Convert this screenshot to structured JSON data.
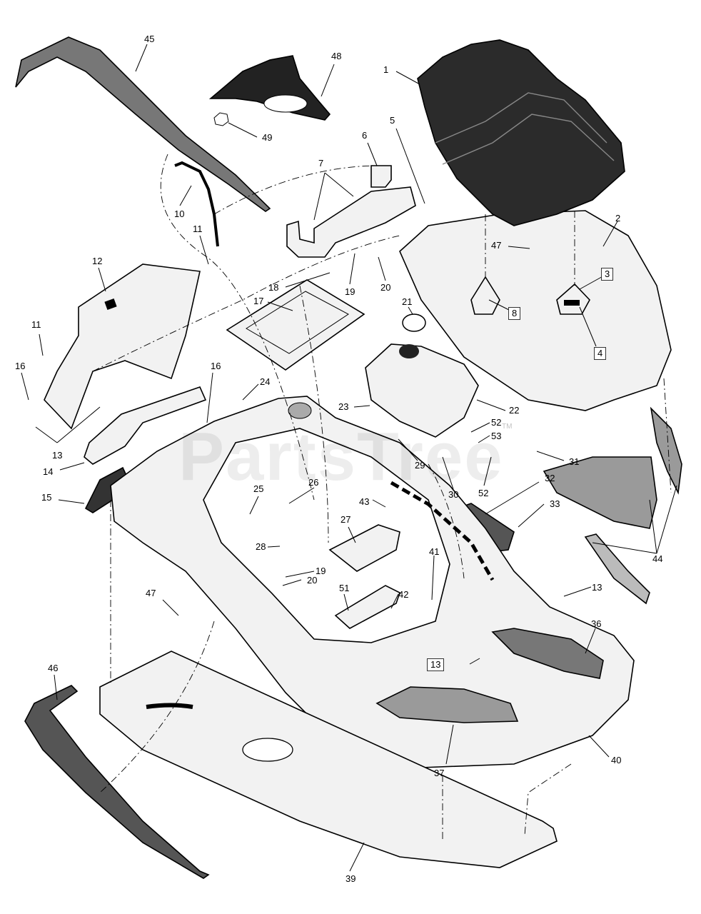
{
  "watermark": {
    "text": "PartsTree",
    "trademark": "TM"
  },
  "colors": {
    "outline": "#000000",
    "body_fill": "#f2f2f2",
    "dark_fill": "#333333",
    "gray_fill": "#9a9a9a",
    "seat_fill": "#2b2b2b",
    "background": "#ffffff"
  },
  "callouts": {
    "c1": "1",
    "c2": "2",
    "c3": "3",
    "c4": "4",
    "c5": "5",
    "c6": "6",
    "c7": "7",
    "c8": "8",
    "c10": "10",
    "c11a": "11",
    "c11b": "11",
    "c12": "12",
    "c13a": "13",
    "c13b": "13",
    "c13c": "13",
    "c14": "14",
    "c15": "15",
    "c16a": "16",
    "c16b": "16",
    "c17": "17",
    "c18": "18",
    "c19a": "19",
    "c19b": "19",
    "c20a": "20",
    "c20b": "20",
    "c21": "21",
    "c22": "22",
    "c23": "23",
    "c24": "24",
    "c25": "25",
    "c26": "26",
    "c27": "27",
    "c28": "28",
    "c29": "29",
    "c30": "30",
    "c31": "31",
    "c32": "32",
    "c33": "33",
    "c36": "36",
    "c37": "37",
    "c39": "39",
    "c40": "40",
    "c41": "41",
    "c42": "42",
    "c43": "43",
    "c44": "44",
    "c45": "45",
    "c46": "46",
    "c47a": "47",
    "c47b": "47",
    "c48": "48",
    "c49": "49",
    "c51": "51",
    "c52a": "52",
    "c52b": "52",
    "c53": "53"
  }
}
